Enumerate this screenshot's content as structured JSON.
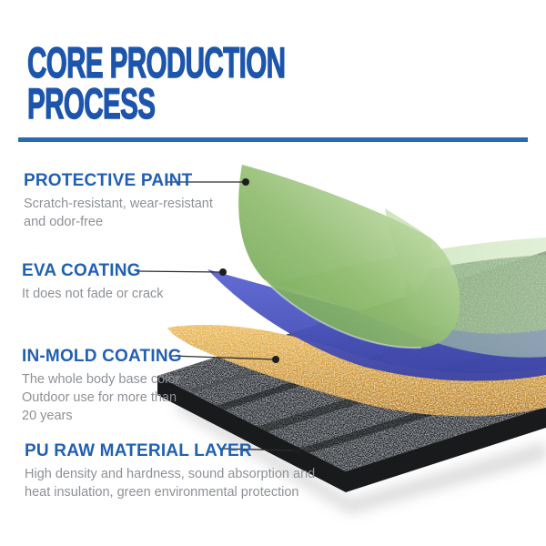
{
  "header": {
    "title_line1": "CORE PRODUCTION",
    "title_line2": "PROCESS"
  },
  "layers": [
    {
      "name": "PROTECTIVE PAINT",
      "desc_lines": [
        "Scratch-resistant, wear-resistant",
        "and odor-free"
      ],
      "color": "#84b561"
    },
    {
      "name": "EVA COATING",
      "desc_lines": [
        "It does not fade or crack"
      ],
      "color": "#4a54c2"
    },
    {
      "name": "IN-MOLD COATING",
      "desc_lines": [
        "The whole body base color",
        "Outdoor use for more than",
        "20 years"
      ],
      "color": "#d2942c"
    },
    {
      "name": "PU RAW MATERIAL LAYER",
      "desc_lines": [
        "High density and hardness, sound absorption and",
        "heat insulation, green environmental protection"
      ],
      "color": "#2c2f32"
    }
  ],
  "colors": {
    "accent_blue": "#1d55ac",
    "label_blue": "#2160b2",
    "divider_blue": "#2a69b3",
    "desc_gray": "#8d9196",
    "leader_line": "#2c2c2c",
    "background": "#ffffff"
  }
}
